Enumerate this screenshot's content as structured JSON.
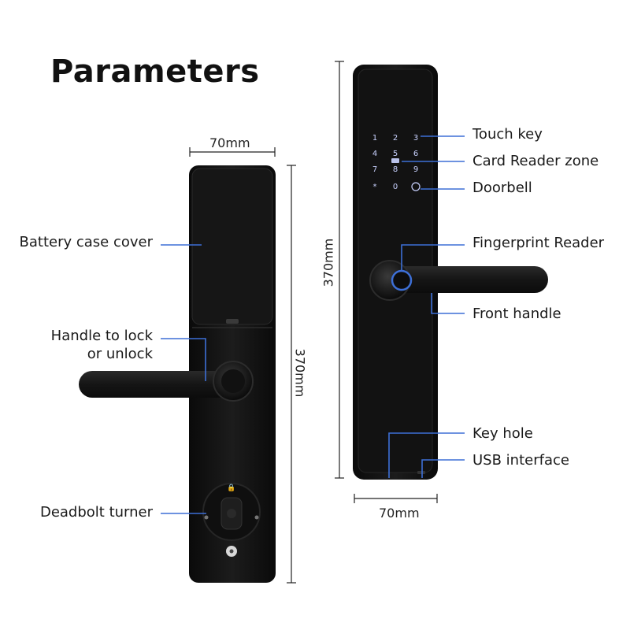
{
  "title": "Parameters",
  "dimensions": {
    "left_width": "70mm",
    "left_height": "370mm",
    "right_width": "70mm",
    "right_height": "370mm"
  },
  "left_labels": {
    "battery": "Battery case cover",
    "handle_line1": "Handle to lock",
    "handle_line2": "or unlock",
    "deadbolt": "Deadbolt turner"
  },
  "right_labels": {
    "touch_key": "Touch key",
    "card_reader": "Card Reader zone",
    "doorbell": "Doorbell",
    "fingerprint": "Fingerprint Reader",
    "front_handle": "Front handle",
    "key_hole": "Key hole",
    "usb": "USB interface"
  },
  "keypad": [
    "1",
    "2",
    "3",
    "4",
    "5",
    "6",
    "7",
    "8",
    "9",
    "*",
    "0",
    "🔔"
  ],
  "colors": {
    "accent": "#3d6fd6",
    "lock_body": "#141414"
  }
}
